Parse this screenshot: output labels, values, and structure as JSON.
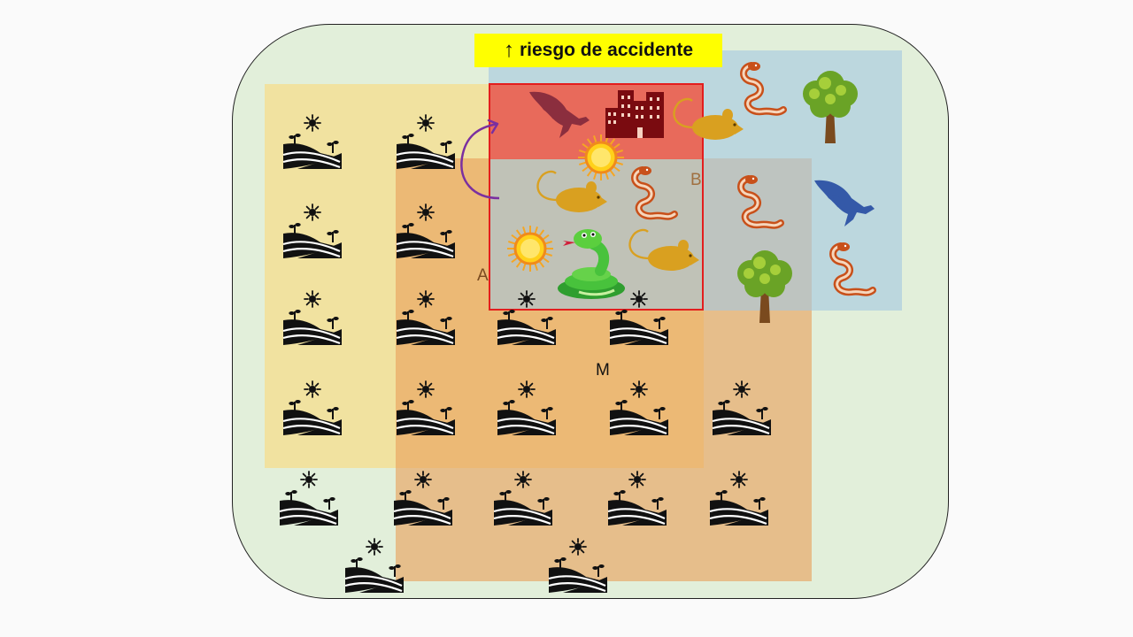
{
  "banner": {
    "arrow": "↑",
    "text": "riesgo de accidente"
  },
  "labels": {
    "zone_a": "A",
    "zone_b": "B",
    "zone_m": "M"
  },
  "colors": {
    "background": "#e2efda",
    "zone_yellow": "#f5de8c",
    "zone_orange": "#e8a05a",
    "zone_blue": "#a5c8e1",
    "zone_red": "#ee5848",
    "banner": "#ffff00",
    "field": "#111111",
    "snake_red": "#c8501a",
    "rat": "#d9a020",
    "eagle_red": "#8b2e3e",
    "eagle_blue": "#3459a8",
    "city": "#7a0b10"
  },
  "icons": [
    "farm-field-icon",
    "sun-icon",
    "snake-icon",
    "rat-icon",
    "eagle-icon",
    "city-buildings-icon",
    "tree-icon",
    "green-snake-icon",
    "curved-arrow-icon"
  ]
}
